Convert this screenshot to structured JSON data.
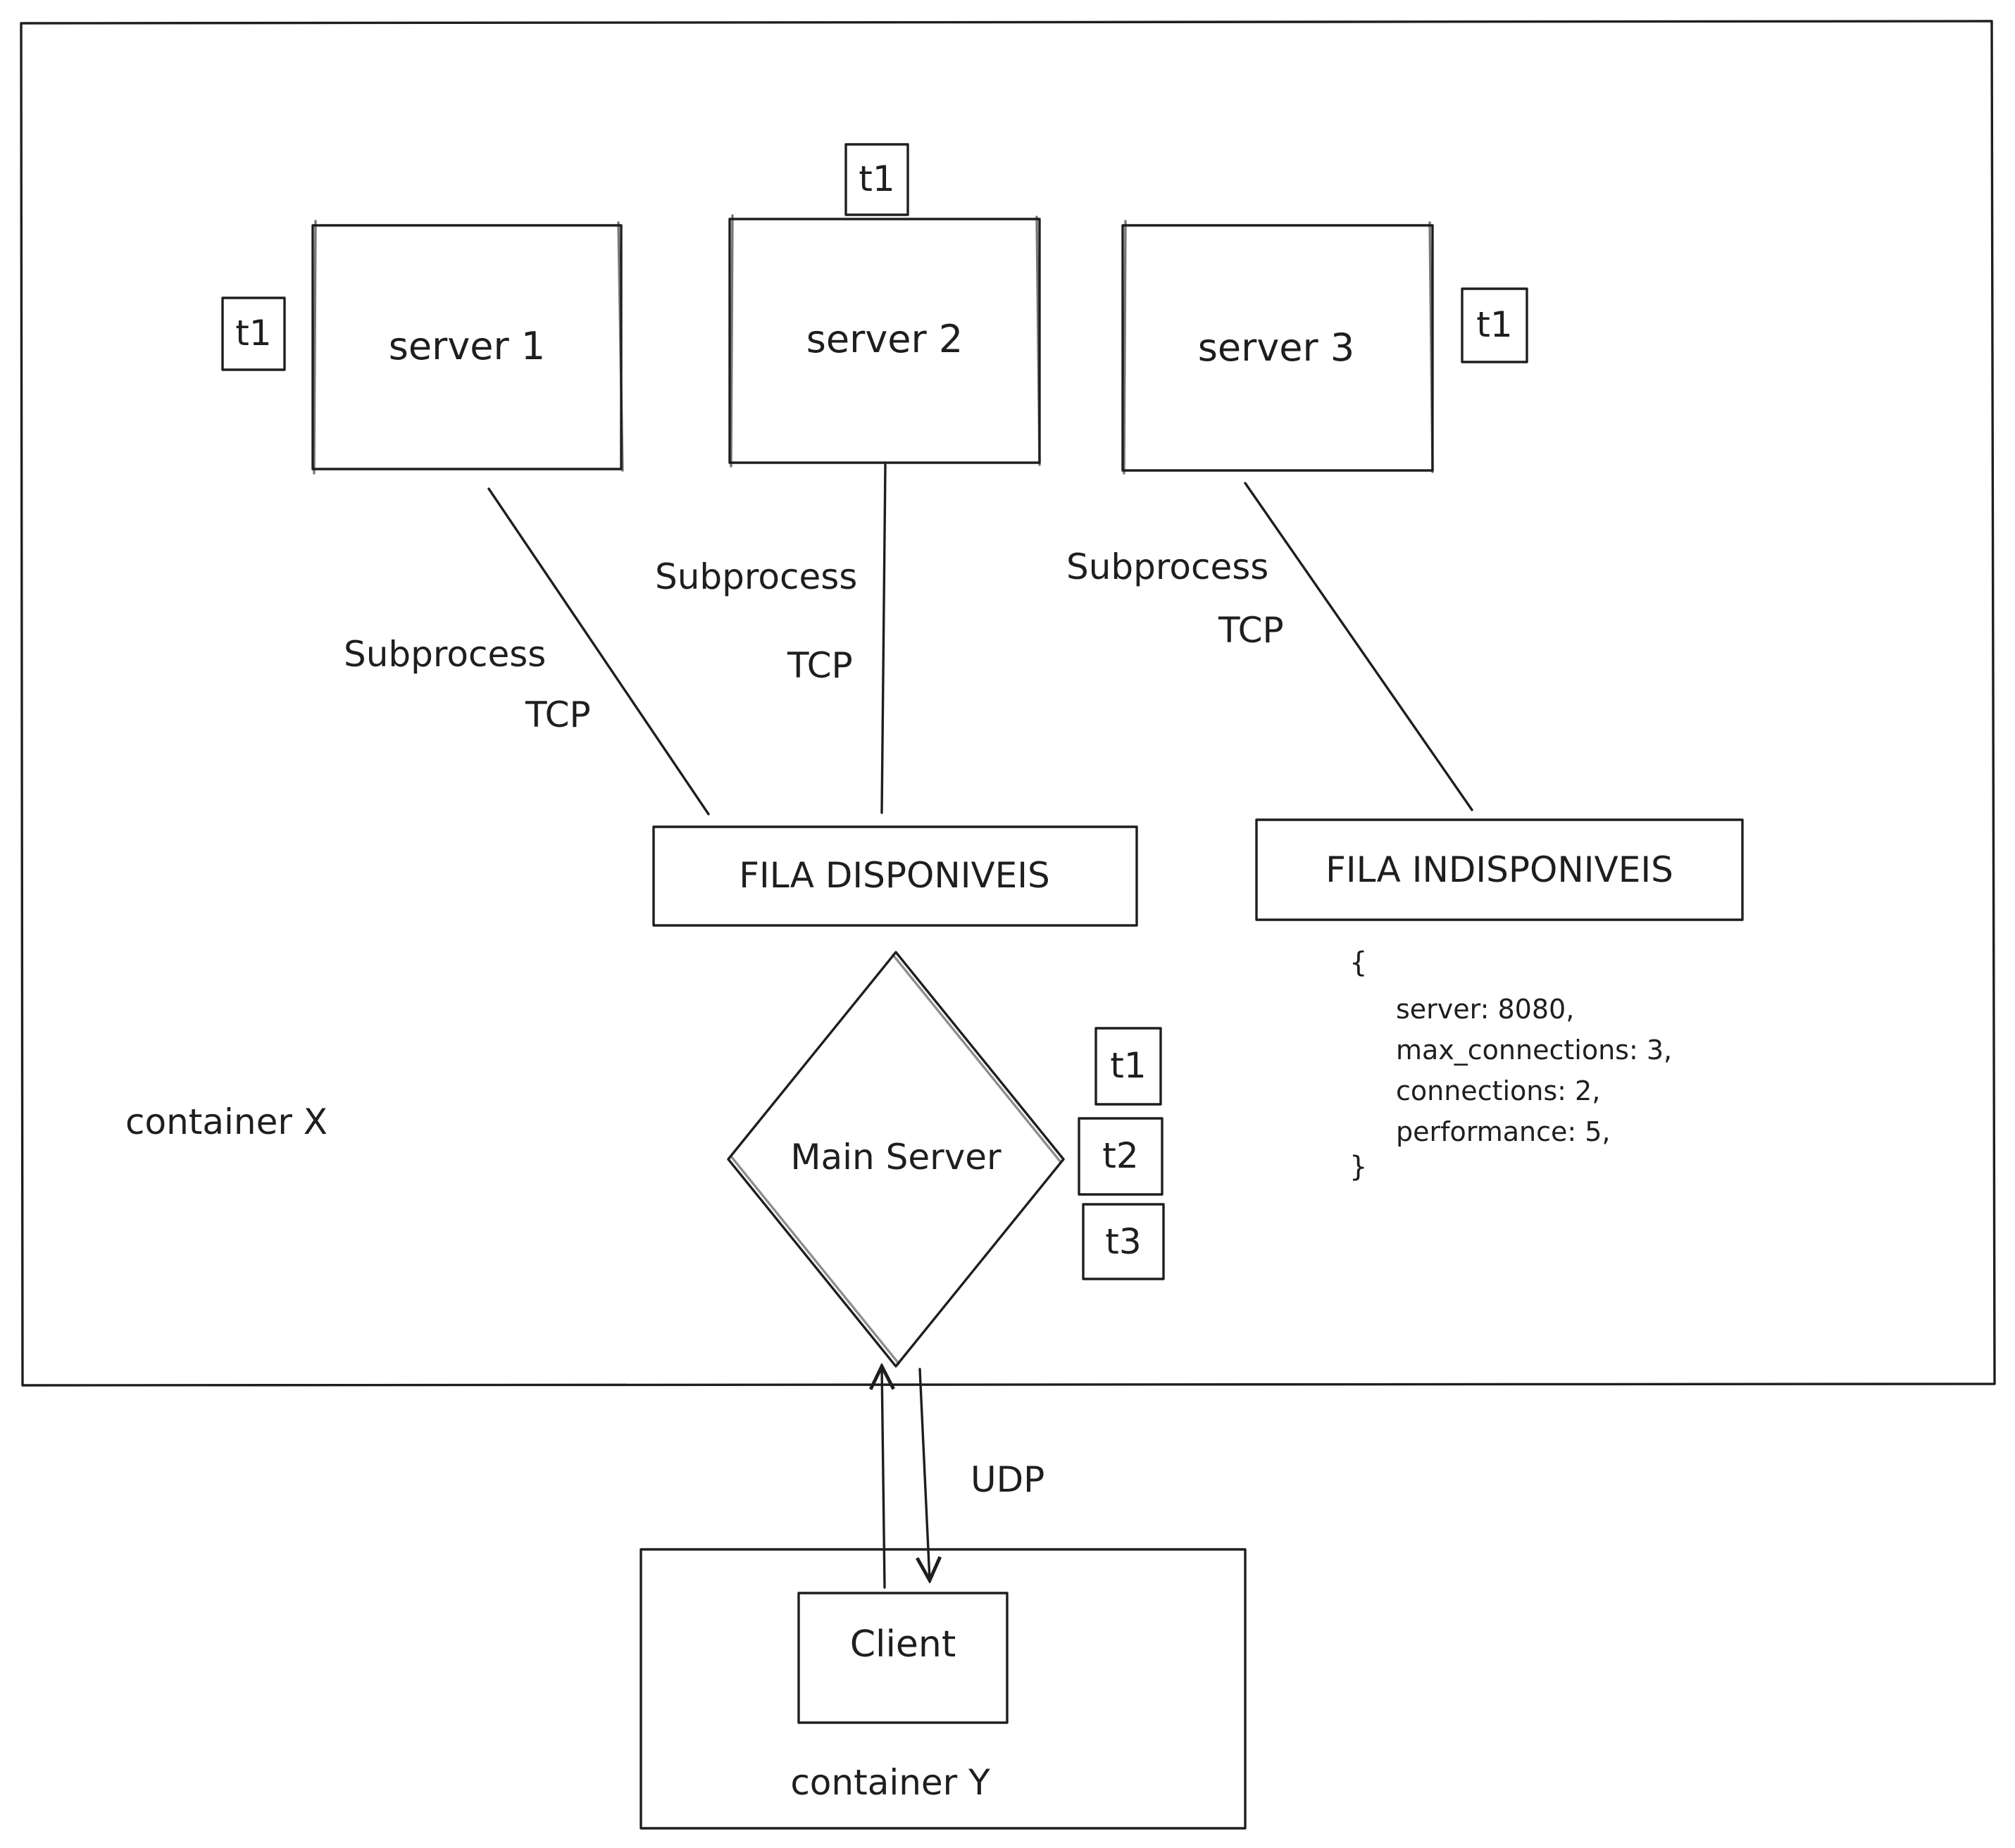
{
  "containers": {
    "x": {
      "label": "container X"
    },
    "y": {
      "label": "container Y"
    }
  },
  "servers": [
    {
      "label": "server 1",
      "tag": "t1",
      "link_label": "Subprocess",
      "protocol": "TCP"
    },
    {
      "label": "server 2",
      "tag": "t1",
      "link_label": "Subprocess",
      "protocol": "TCP"
    },
    {
      "label": "server 3",
      "tag": "t1",
      "link_label": "Subprocess",
      "protocol": "TCP"
    }
  ],
  "queues": {
    "available": "FILA DISPONIVEIS",
    "unavailable": "FILA INDISPONIVEIS"
  },
  "main_server": {
    "label": "Main Server",
    "tags": [
      "t1",
      "t2",
      "t3"
    ]
  },
  "client": {
    "label": "Client",
    "protocol": "UDP"
  },
  "server_config": {
    "open_brace": "{",
    "lines": [
      "server: 8080,",
      "max_connections: 3,",
      "connections: 2,",
      "performance: 5,"
    ],
    "close_brace": "}"
  }
}
